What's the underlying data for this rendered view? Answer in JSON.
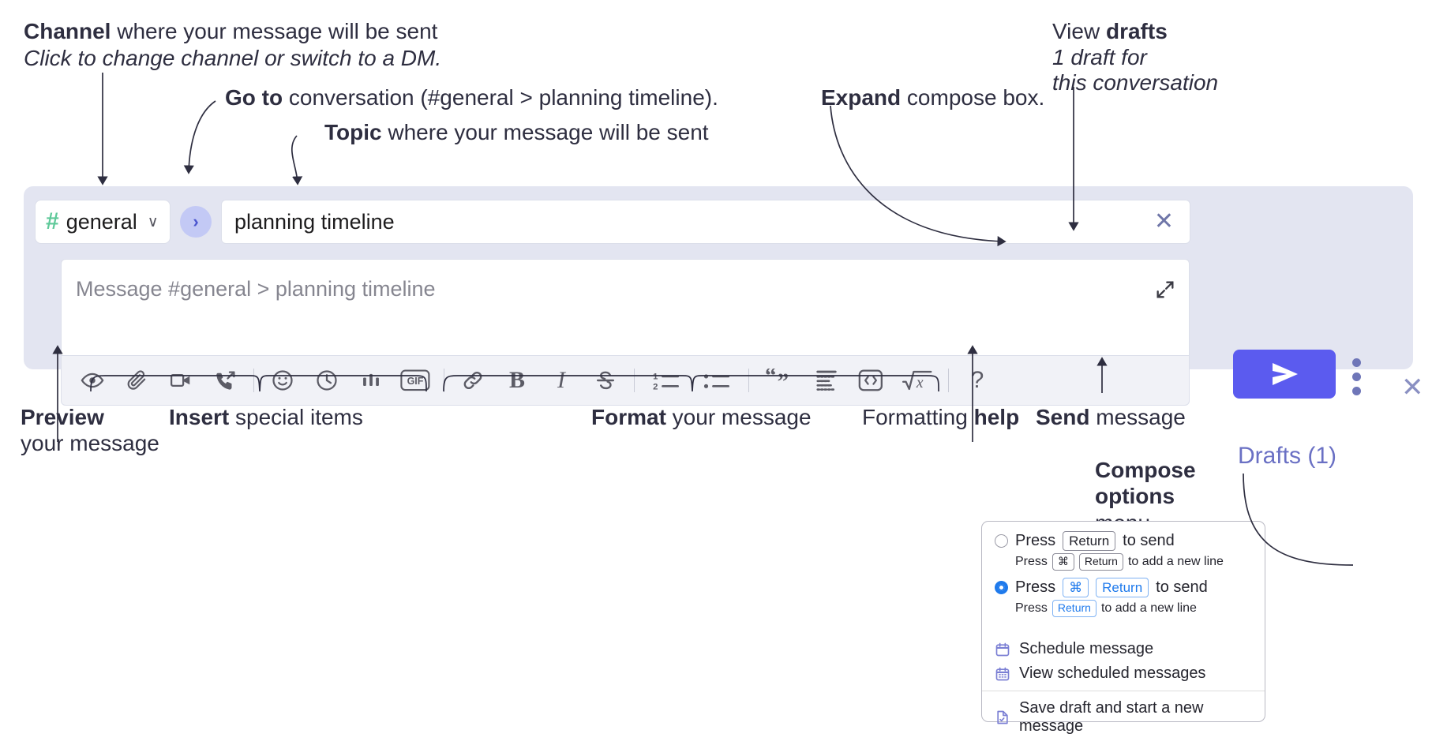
{
  "annotations": {
    "channel": {
      "bold": "Channel",
      "rest": " where your message will be sent",
      "sub": "Click to change channel or switch to a DM."
    },
    "goto": {
      "bold": "Go to",
      "rest": " conversation (#general > planning timeline)."
    },
    "topic": {
      "bold": "Topic",
      "rest": " where your message will be sent"
    },
    "expand": {
      "bold": "Expand",
      "rest": " compose box."
    },
    "drafts": {
      "line1_plain": "View ",
      "line1_bold": "drafts",
      "line2": "1 draft for",
      "line3": "this conversation"
    },
    "preview": {
      "bold": "Preview",
      "line2": "your message"
    },
    "insert": {
      "bold": "Insert",
      "rest": " special items"
    },
    "format": {
      "bold": "Format",
      "rest": " your message"
    },
    "help": {
      "plain": "Formatting ",
      "bold": "help"
    },
    "send": {
      "bold": "Send",
      "rest": " message"
    },
    "compose_options": {
      "line1": "Compose",
      "line2": "options",
      "line3": "menu"
    }
  },
  "compose": {
    "channel_name": "general",
    "hash_symbol": "#",
    "chevron": "∨",
    "go_arrow": "›",
    "topic_value": "planning timeline",
    "topic_clear": "✕",
    "message_placeholder": "Message #general > planning timeline",
    "drafts_label": "Drafts (1)",
    "close_label": "✕",
    "toolbar_icons": [
      "eye-icon",
      "paperclip-icon",
      "video-camera-icon",
      "phone-forward-icon",
      "emoji-icon",
      "clock-icon",
      "poll-bar-chart-icon",
      "gif-icon",
      "link-icon",
      "bold-icon",
      "italic-icon",
      "strikethrough-icon",
      "ordered-list-icon",
      "bulleted-list-icon",
      "blockquote-icon",
      "code-block-icon",
      "inline-code-icon",
      "math-formula-icon",
      "formatting-help-icon"
    ],
    "gif_label": "GIF",
    "bold_label": "B",
    "italic_label": "I",
    "help_label": "?",
    "send_icon": "send-paper-plane-icon",
    "kebab_icon": "vertical-dots-icon"
  },
  "options_menu": {
    "option1": {
      "selected": false,
      "pre": "Press",
      "key": "Return",
      "post": "to send",
      "sub_pre": "Press",
      "sub_key1": "⌘",
      "sub_key2": "Return",
      "sub_post": "to add a new line"
    },
    "option2": {
      "selected": true,
      "pre": "Press",
      "key1": "⌘",
      "key2": "Return",
      "post": "to send",
      "sub_pre": "Press",
      "sub_key": "Return",
      "sub_post": "to add a new line"
    },
    "items": [
      {
        "label": "Schedule message",
        "icon": "calendar-schedule-icon"
      },
      {
        "label": "View scheduled messages",
        "icon": "calendar-grid-icon"
      },
      {
        "label": "Save draft and start a new message",
        "icon": "document-check-icon"
      }
    ]
  },
  "colors": {
    "compose_bg": "#e3e5f1",
    "accent": "#5b5bef",
    "hash_green": "#5fc99a",
    "drafts_purple": "#6a70c4",
    "key_blue": "#1f7aec"
  }
}
